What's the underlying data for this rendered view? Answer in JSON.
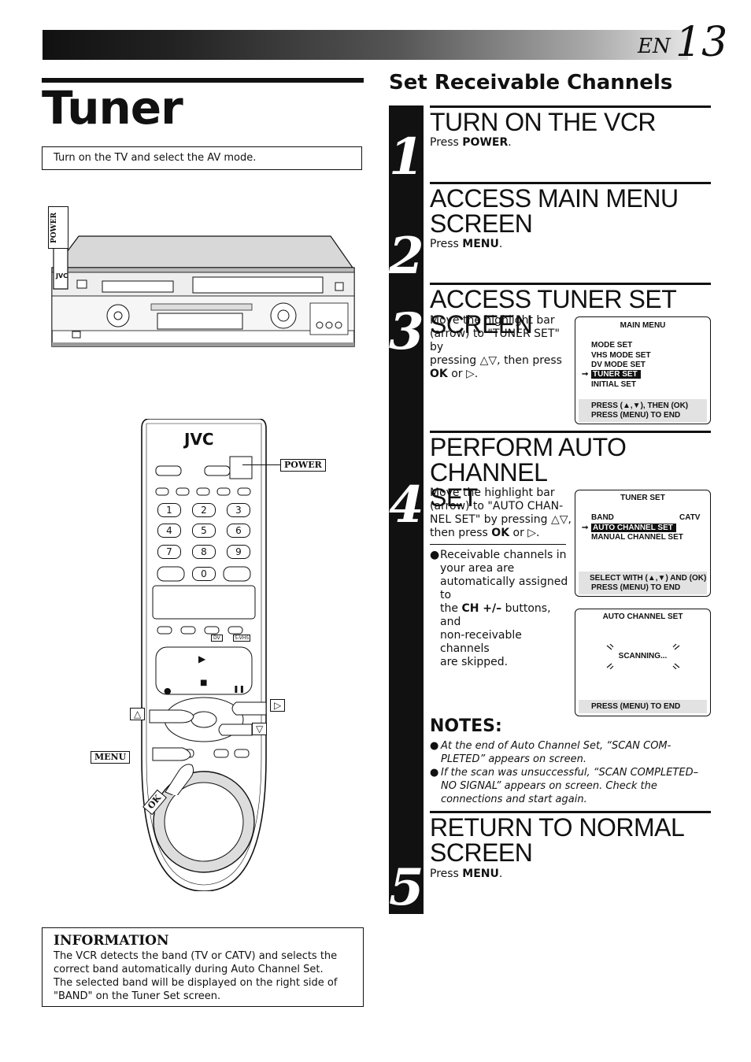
{
  "header": {
    "language": "EN",
    "page_number": "13"
  },
  "title": "Tuner",
  "intro": "Turn on the TV and select the AV mode.",
  "illustration": {
    "vcr_power_label": "POWER",
    "vcr_brand": "JVC",
    "remote_brand": "JVC",
    "remote_power_label": "POWER",
    "menu_label": "MENU",
    "ok_label": "OK",
    "up_arrow": "△",
    "down_arrow": "▽",
    "right_arrow": "▷",
    "keypad": [
      "1",
      "2",
      "3",
      "4",
      "5",
      "6",
      "7",
      "8",
      "9",
      "0"
    ],
    "dv_label": "DV",
    "svhs_label": "S-VHS",
    "play_glyph": "▶",
    "stop_glyph": "■",
    "rec_glyph": "●",
    "pause_glyph": "❚❚"
  },
  "information": {
    "title": "INFORMATION",
    "lines": [
      "The VCR detects the band (TV or CATV) and selects the",
      "correct band automatically during Auto Channel Set.",
      "The selected band will be displayed on the right side of",
      "\"BAND\" on the Tuner Set screen."
    ]
  },
  "section_title": "Set Receivable Channels",
  "steps": [
    {
      "number": "1",
      "heading": [
        "TURN ON THE VCR"
      ],
      "body_prefix": "Press ",
      "body_bold": "POWER",
      "body_suffix": "."
    },
    {
      "number": "2",
      "heading": [
        "ACCESS MAIN MENU",
        "SCREEN"
      ],
      "body_prefix": "Press ",
      "body_bold": "MENU",
      "body_suffix": "."
    },
    {
      "number": "3",
      "heading": [
        "ACCESS TUNER SET SCREEN"
      ],
      "body_lines": [
        "Move the highlight bar",
        "(arrow) to \"TUNER SET\" by",
        "pressing △▽, then press"
      ],
      "body_last_bold": "OK",
      "body_last_suffix": " or ▷."
    },
    {
      "number": "4",
      "heading": [
        "PERFORM AUTO CHANNEL",
        "SET"
      ],
      "body_lines": [
        "Move the highlight bar",
        "(arrow) to \"AUTO CHAN-",
        "NEL SET\" by pressing △▽,"
      ],
      "body_last_prefix": "then press ",
      "body_last_bold": "OK",
      "body_last_suffix": " or ▷.",
      "bullet_lines": [
        "Receivable channels in",
        "your area are",
        "automatically assigned to"
      ],
      "bullet_line4_prefix": "the ",
      "bullet_line4_bold": "CH +/–",
      "bullet_line4_suffix": " buttons, and",
      "bullet_tail": [
        "non-receivable channels",
        "are skipped."
      ]
    },
    {
      "number": "5",
      "heading": [
        "RETURN TO NORMAL",
        "SCREEN"
      ],
      "body_prefix": "Press ",
      "body_bold": "MENU",
      "body_suffix": "."
    }
  ],
  "screens": {
    "main_menu": {
      "title": "MAIN MENU",
      "items": [
        "MODE SET",
        "VHS MODE SET",
        "DV MODE SET",
        "TUNER SET",
        "INITIAL SET"
      ],
      "highlight": "TUNER SET",
      "footer": [
        "PRESS (▲,▼), THEN (OK)",
        "PRESS (MENU) TO END"
      ]
    },
    "tuner_set": {
      "title": "TUNER SET",
      "band_label": "BAND",
      "band_value": "CATV",
      "items": [
        "AUTO CHANNEL SET",
        "MANUAL CHANNEL SET"
      ],
      "highlight": "AUTO CHANNEL SET",
      "footer": [
        "SELECT WITH (▲,▼) AND (OK)",
        "PRESS (MENU) TO END"
      ]
    },
    "auto_channel": {
      "title": "AUTO CHANNEL SET",
      "status": "SCANNING...",
      "footer": [
        "PRESS (MENU) TO END"
      ]
    },
    "arrow_glyph": "➞"
  },
  "notes": {
    "title": "NOTES:",
    "items": [
      [
        "At the end of Auto Channel Set, “SCAN COM-",
        "PLETED” appears on screen."
      ],
      [
        "If the scan was unsuccessful, “SCAN COMPLETED–",
        "NO SIGNAL” appears on screen. Check the",
        "connections and start again."
      ]
    ]
  }
}
